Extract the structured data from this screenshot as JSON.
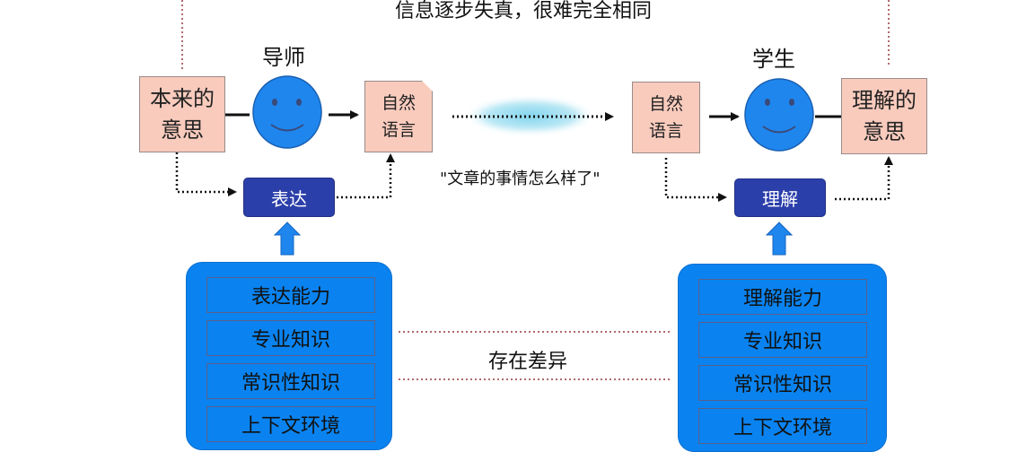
{
  "top_caption": "信息逐步失真，很难完全相同",
  "mentor_label": "导师",
  "student_label": "学生",
  "original_meaning": "本来的\n意思",
  "understood_meaning": "理解的\n意思",
  "natural_language_left": "自然\n语言",
  "natural_language_right": "自然\n语言",
  "express_button": "表达",
  "understand_button": "理解",
  "example_quote": "\"文章的事情怎么样了\"",
  "difference_label": "存在差异",
  "left_panel": {
    "items": [
      "表达能力",
      "专业知识",
      "常识性知识",
      "上下文环境"
    ]
  },
  "right_panel": {
    "items": [
      "理解能力",
      "专业知识",
      "常识性知识",
      "上下文环境"
    ]
  },
  "colors": {
    "face_blue": "#1f86ee",
    "panel_blue": "#0a83f0",
    "button_navy": "#2b3faa",
    "box_pink": "#f8cbbd",
    "dotted_red": "#b06a6a",
    "glow_cyan": "#7fd3ee"
  }
}
